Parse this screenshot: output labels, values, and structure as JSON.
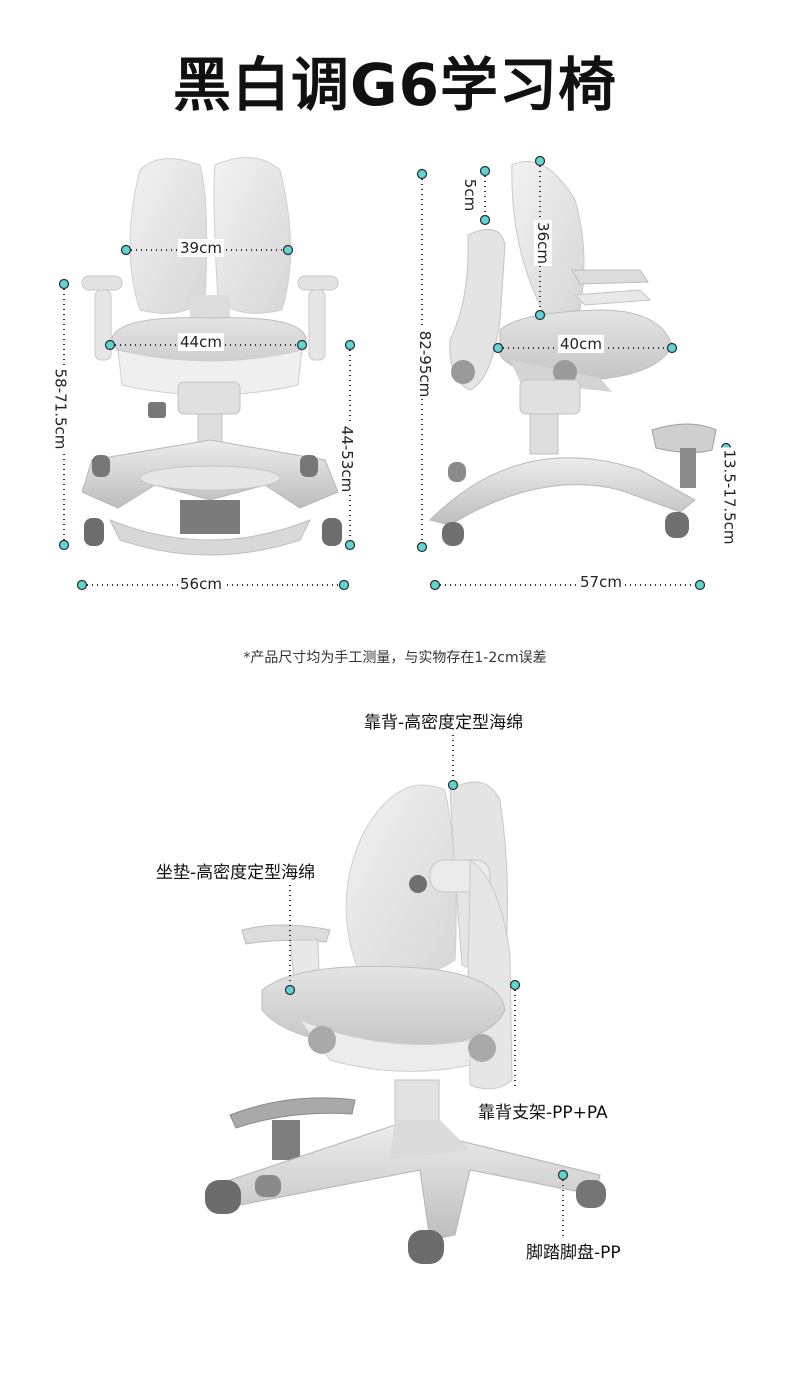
{
  "title": "黑白调G6学习椅",
  "dimensions": {
    "front_back_width": "39cm",
    "front_seat_width": "44cm",
    "front_height": "58-71.5cm",
    "front_seat_height": "44-53cm",
    "front_base_width": "56cm",
    "side_headrest_adjust": "5cm",
    "side_back_height": "36cm",
    "side_total_height": "82-95cm",
    "side_seat_depth": "40cm",
    "side_footrest_height": "13.5-17.5cm",
    "side_base_depth": "57cm"
  },
  "note": "*产品尺寸均为手工测量，与实物存在1-2cm误差",
  "callouts": {
    "backrest": "靠背-高密度定型海绵",
    "cushion": "坐垫-高密度定型海绵",
    "frame": "靠背支架-PP+PA",
    "footrest": "脚踏脚盘-PP"
  },
  "colors": {
    "accent_dot": "#5fd4d4",
    "chair_light": "#e9e9e9",
    "chair_mid": "#cfcfcf",
    "chair_dark": "#8f8f8f"
  }
}
